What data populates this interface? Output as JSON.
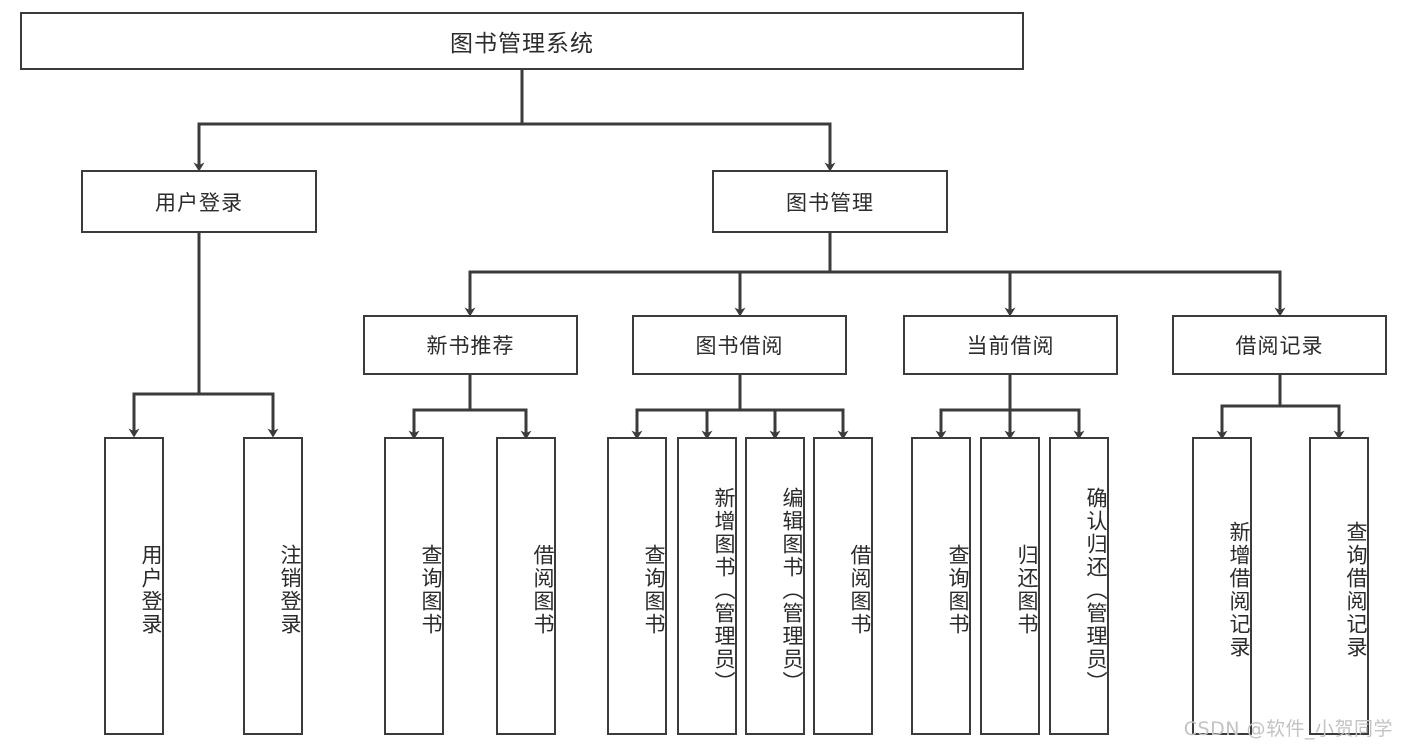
{
  "diagram": {
    "title": "图书管理系统",
    "watermark": "CSDN @软件_小贺同学",
    "colors": {
      "box_border": "#3b3b3b",
      "box_fill": "#ffffff",
      "connector": "#3b3b3b",
      "text": "#2b2b2b",
      "watermark": "#c3c3c3",
      "background": "#ffffff"
    },
    "nodes": {
      "root": {
        "label": "图书管理系统"
      },
      "level2": [
        {
          "id": "user-login",
          "label": "用户登录"
        },
        {
          "id": "book-manage",
          "label": "图书管理"
        }
      ],
      "level3": [
        {
          "id": "new-book-recommend",
          "label": "新书推荐"
        },
        {
          "id": "book-borrow",
          "label": "图书借阅"
        },
        {
          "id": "current-borrow",
          "label": "当前借阅"
        },
        {
          "id": "borrow-record",
          "label": "借阅记录"
        }
      ],
      "leaves": {
        "user-login": [
          {
            "id": "leaf-user-login",
            "label": "用户登录"
          },
          {
            "id": "leaf-user-logout",
            "label": "注销登录"
          }
        ],
        "new-book-recommend": [
          {
            "id": "leaf-query-book-1",
            "label": "查询图书"
          },
          {
            "id": "leaf-borrow-book-1",
            "label": "借阅图书"
          }
        ],
        "book-borrow": [
          {
            "id": "leaf-query-book-2",
            "label": "查询图书"
          },
          {
            "id": "leaf-add-book",
            "label": "新增图书（管理员）"
          },
          {
            "id": "leaf-edit-book",
            "label": "编辑图书（管理员）"
          },
          {
            "id": "leaf-borrow-book-2",
            "label": "借阅图书"
          }
        ],
        "current-borrow": [
          {
            "id": "leaf-query-book-3",
            "label": "查询图书"
          },
          {
            "id": "leaf-return-book",
            "label": "归还图书"
          },
          {
            "id": "leaf-confirm-return",
            "label": "确认归还（管理员）"
          }
        ],
        "borrow-record": [
          {
            "id": "leaf-add-record",
            "label": "新增借阅记录"
          },
          {
            "id": "leaf-query-record",
            "label": "查询借阅记录"
          }
        ]
      }
    }
  }
}
